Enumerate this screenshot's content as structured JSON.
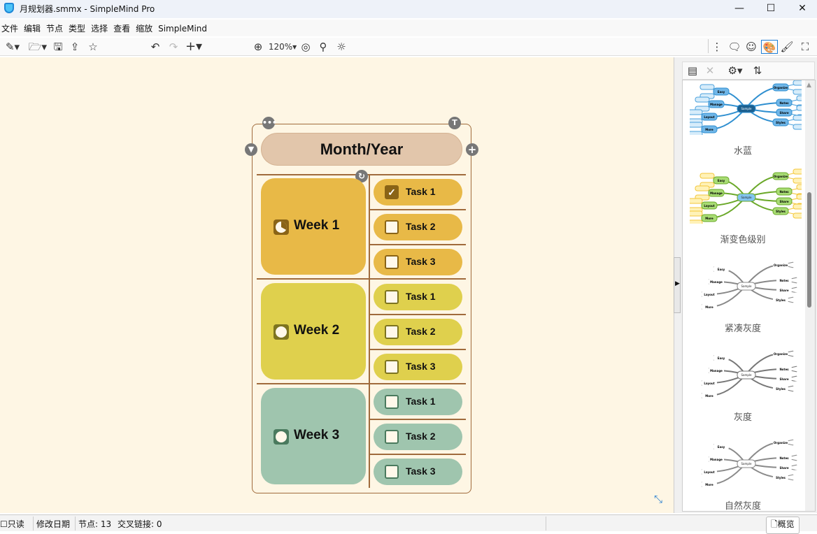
{
  "window": {
    "title": "月规划器.smmx - SimpleMind Pro",
    "minimize": "—",
    "maximize": "☐",
    "close": "✕"
  },
  "menu": [
    "文件",
    "编辑",
    "节点",
    "类型",
    "选择",
    "查看",
    "缩放",
    "SimpleMind"
  ],
  "toolbar": {
    "zoom_level": "120%"
  },
  "map": {
    "header": "Month/Year",
    "weeks": [
      {
        "label": "Week 1",
        "color": "#e8b947",
        "border": "#8a6416",
        "progress": 0.33,
        "tasks": [
          {
            "label": "Task 1",
            "checked": true
          },
          {
            "label": "Task 2",
            "checked": false
          },
          {
            "label": "Task 3",
            "checked": false
          }
        ]
      },
      {
        "label": "Week 2",
        "color": "#dfd04d",
        "border": "#7d7420",
        "progress": 0,
        "tasks": [
          {
            "label": "Task 1",
            "checked": false
          },
          {
            "label": "Task 2",
            "checked": false
          },
          {
            "label": "Task 3",
            "checked": false
          }
        ]
      },
      {
        "label": "Week 3",
        "color": "#9fc5ae",
        "border": "#4a7a5e",
        "progress": 0,
        "tasks": [
          {
            "label": "Task 1",
            "checked": false
          },
          {
            "label": "Task 2",
            "checked": false
          },
          {
            "label": "Task 3",
            "checked": false
          }
        ]
      }
    ]
  },
  "styles_panel": {
    "styles": [
      {
        "name": "水蓝",
        "line": "#2f8fd0",
        "node": "#6fb6e8",
        "center": "#1b5f8f",
        "leaf": "#d6ecfa",
        "leafborder": "#4aa0dc"
      },
      {
        "name": "渐变色级别",
        "line": "#6aa828",
        "node": "#a8dc74",
        "center": "#82c4f0",
        "leaf": "#fff2b8",
        "leafborder": "#f3c63a"
      },
      {
        "name": "紧凑灰度",
        "line": "#888888",
        "node": "#ffffff",
        "center": "#ffffff",
        "leaf": "#ffffff",
        "leafborder": "#ffffff"
      },
      {
        "name": "灰度",
        "line": "#777777",
        "node": "#ffffff",
        "center": "#ffffff",
        "leaf": "#ffffff",
        "leafborder": "#ffffff"
      },
      {
        "name": "自然灰度",
        "line": "#8a8a8a",
        "node": "#ffffff",
        "center": "#ffffff",
        "leaf": "#ffffff",
        "leafborder": "#ffffff"
      }
    ],
    "sample_center": "Sample",
    "sample_branches": [
      "Easy",
      "Manage",
      "Layout",
      "More",
      "Organize",
      "Notes",
      "Share",
      "Styles"
    ]
  },
  "statusbar": {
    "readonly": "只读",
    "modified": "修改日期",
    "nodes": "节点: 13",
    "crosslinks": "交叉链接: 0",
    "overview": "概览"
  }
}
